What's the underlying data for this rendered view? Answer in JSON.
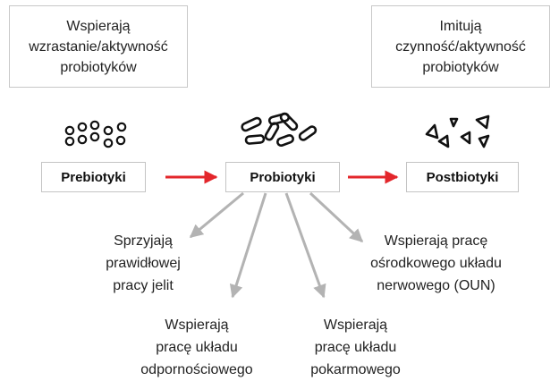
{
  "notes": {
    "left": [
      "Wspierają",
      "wzrastanie/aktywność",
      "probiotyków"
    ],
    "right": [
      "Imitują",
      "czynność/aktywność",
      "probiotyków"
    ]
  },
  "stages": {
    "prebiotics": "Prebiotyki",
    "probiotics": "Probiotyki",
    "postbiotics": "Postbiotyki"
  },
  "effects": {
    "gut": [
      "Sprzyjają",
      "prawidłowej",
      "pracy jelit"
    ],
    "immune": [
      "Wspierają",
      "pracę układu",
      "odpornościowego"
    ],
    "digestive": [
      "Wspierają",
      "pracę układu",
      "pokarmowego"
    ],
    "cns": [
      "Wspierają pracę",
      "ośrodkowego układu",
      "nerwowego (OUN)"
    ]
  },
  "colors": {
    "flow_arrow": "#e3262b",
    "effect_arrow": "#b3b3b3",
    "icon_stroke": "#111111",
    "box_border": "#c4c4c4"
  },
  "icons": {
    "prebiotics": "circles-icon",
    "probiotics": "capsule-bacteria-icon",
    "postbiotics": "triangles-icon"
  }
}
